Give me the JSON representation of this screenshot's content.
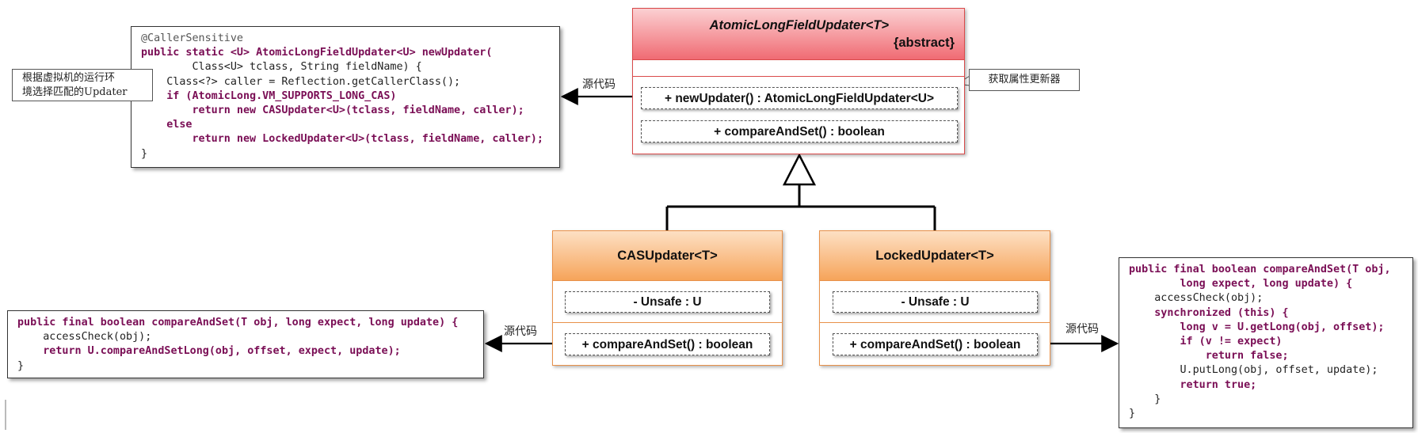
{
  "abstract_class": {
    "name": "AtomicLongFieldUpdater<T>",
    "stereotype": "{abstract}",
    "methods": [
      "+ newUpdater() : AtomicLongFieldUpdater<U>",
      "+ compareAndSet() : boolean"
    ]
  },
  "cas_class": {
    "name": "CASUpdater<T>",
    "field": "- Unsafe : U",
    "method": "+ compareAndSet() : boolean"
  },
  "locked_class": {
    "name": "LockedUpdater<T>",
    "field": "- Unsafe : U",
    "method": "+ compareAndSet() : boolean"
  },
  "labels": {
    "source_code_top": "源代码",
    "source_code_left": "源代码",
    "source_code_right": "源代码"
  },
  "callouts": {
    "get_updater": "获取属性更新器",
    "select_line1": "根据虚拟机的运行环",
    "select_line2": "境选择匹配的Updater"
  },
  "code_newUpdater": [
    "@CallerSensitive",
    "public static <U> AtomicLongFieldUpdater<U> newUpdater(",
    "        Class<U> tclass, String fieldName) {",
    "    Class<?> caller = Reflection.getCallerClass();",
    "    if (AtomicLong.VM_SUPPORTS_LONG_CAS)",
    "        return new CASUpdater<U>(tclass, fieldName, caller);",
    "    else",
    "        return new LockedUpdater<U>(tclass, fieldName, caller);",
    "}"
  ],
  "code_cas": [
    "public final boolean compareAndSet(T obj, long expect, long update) {",
    "    accessCheck(obj);",
    "    return U.compareAndSetLong(obj, offset, expect, update);",
    "}"
  ],
  "code_locked": [
    "public final boolean compareAndSet(T obj,",
    "        long expect, long update) {",
    "    accessCheck(obj);",
    "    synchronized (this) {",
    "        long v = U.getLong(obj, offset);",
    "        if (v != expect)",
    "            return false;",
    "        U.putLong(obj, offset, update);",
    "        return true;",
    "    }",
    "}"
  ],
  "colors": {
    "abstract_border": "#d94a4a",
    "subclass_border": "#e8914a",
    "keyword": "#7a0e55",
    "field": "#1b22b8"
  }
}
